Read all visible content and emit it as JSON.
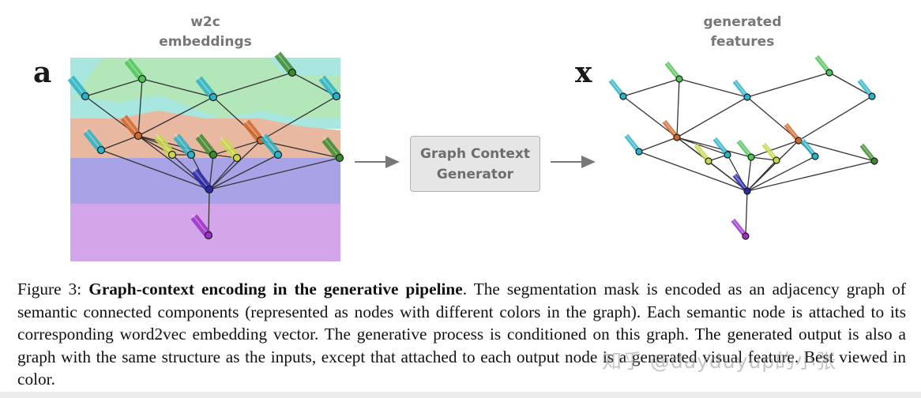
{
  "figure": {
    "panel_a_label": "a",
    "panel_x_label": "x",
    "left_title_line1": "w2c",
    "left_title_line2": "embeddings",
    "right_title_line1": "generated",
    "right_title_line2": "features",
    "box_line1": "Graph Context",
    "box_line2": "Generator",
    "segment_colors": [
      "#a8e6e0",
      "#b3e6b8",
      "#e8b8a0",
      "#a7a3e6",
      "#d2a6e8"
    ]
  },
  "caption": {
    "label": "Figure 3:",
    "title": "Graph-context encoding in the generative pipeline",
    "body": ". The segmentation mask is encoded as an adjacency graph of semantic connected components (represented as nodes with different colors in the graph). Each semantic node is attached to its corresponding word2vec embedding vector. The generative process is conditioned on this graph. The generated output is also a graph with the same structure as the inputs, except that attached to each output node is a generated visual feature. Best viewed in color."
  },
  "watermark": "知乎 @dayduyup的小张"
}
